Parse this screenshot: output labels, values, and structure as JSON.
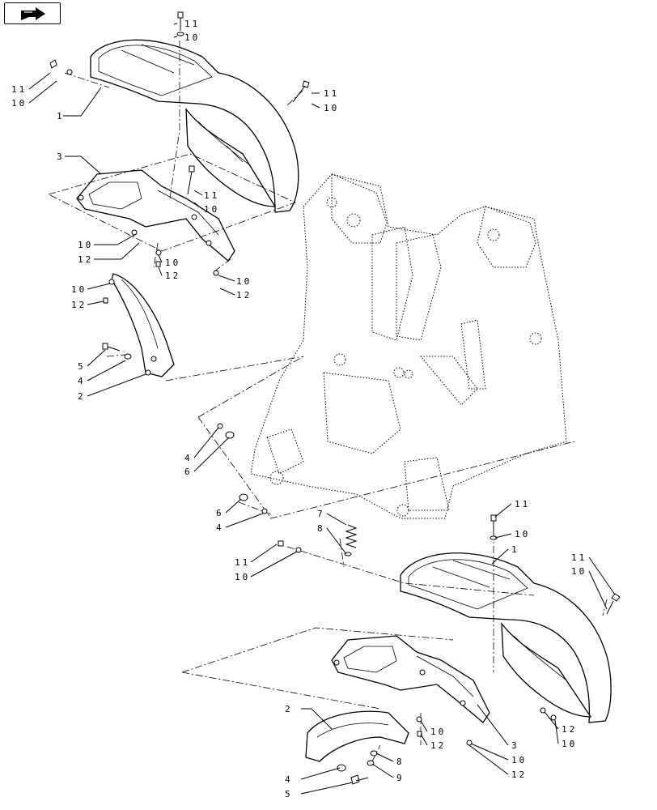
{
  "toolbar": {
    "nav_icon": "arrow-forward-icon"
  },
  "callouts": {
    "c_11_top": "11",
    "c_10_top": "10",
    "c_11_l": "11",
    "c_10_l": "10",
    "c_1_l": "1",
    "c_11_mid": "11",
    "c_10_mid": "10",
    "c_3_l": "3",
    "c_11_b": "11",
    "c_10_b": "10",
    "c_10_c": "10",
    "c_12_c": "12",
    "c_10_d": "10",
    "c_12_d": "12",
    "c_10_e": "10",
    "c_12_e": "12",
    "c_10_f": "10",
    "c_12_f": "12",
    "c_5_l": "5",
    "c_4_l": "4",
    "c_2_l": "2",
    "c_4_m": "4",
    "c_6_m": "6",
    "c_6_n": "6",
    "c_4_n": "4",
    "c_7": "7",
    "c_8_a": "8",
    "c_11_r": "11",
    "c_10_r": "10",
    "c_1_r": "1",
    "c_11_rr": "11",
    "c_10_rr": "10",
    "c_11_p": "11",
    "c_10_p": "10",
    "c_2_r": "2",
    "c_10_q": "10",
    "c_12_q": "12",
    "c_12_s": "12",
    "c_10_s": "10",
    "c_3_r": "3",
    "c_10_t": "10",
    "c_12_t": "12",
    "c_8_b": "8",
    "c_9": "9",
    "c_4_r": "4",
    "c_5_r": "5"
  }
}
